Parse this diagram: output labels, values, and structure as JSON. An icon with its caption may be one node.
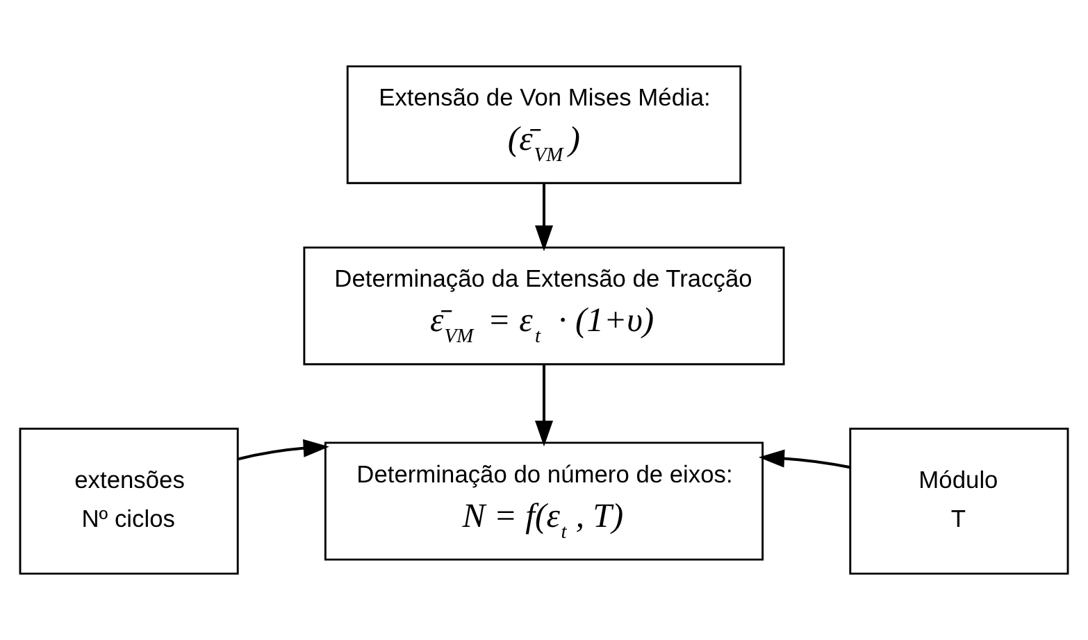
{
  "diagram": {
    "nodes": [
      {
        "text": [
          "Extensão de Von Mises Média:",
          "(ε̄$_{VM}$)"
        ]
      },
      {
        "text": [
          "Determinação da Extensão de Tracção",
          "ε̄$_{VM}$ = ε$_{t}$ · (1+υ)"
        ]
      },
      {
        "text": [
          "extensões",
          "Nº ciclos"
        ]
      },
      {
        "text": [
          "Determinação do número de eixos:",
          "N = f(ε$_{t}$, T)"
        ]
      },
      {
        "text": [
          "Módulo",
          "T"
        ]
      }
    ],
    "edges": [
      {
        "from": 0,
        "to": 1,
        "arrow": "to"
      },
      {
        "from": 1,
        "to": 3,
        "arrow": "to"
      },
      {
        "from": 2,
        "to": 3,
        "arrow": "to"
      },
      {
        "from": 4,
        "to": 3,
        "arrow": "to"
      }
    ]
  }
}
